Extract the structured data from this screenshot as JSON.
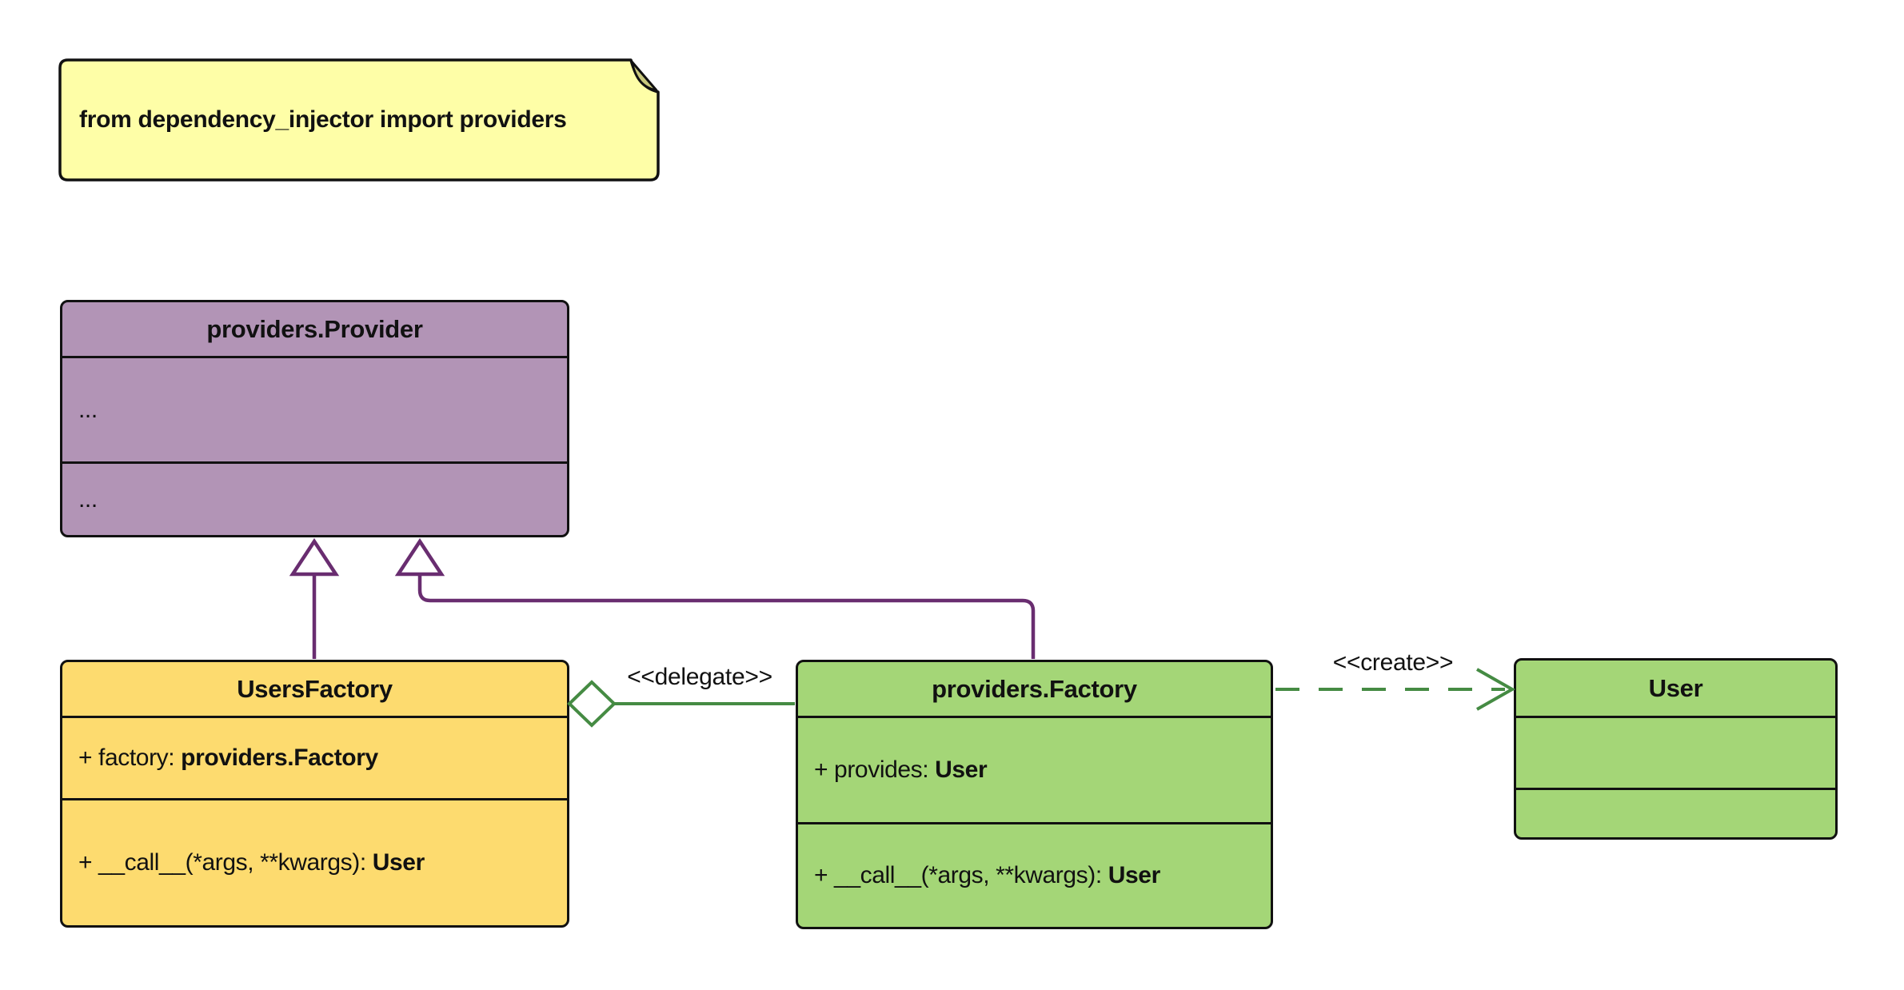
{
  "note": {
    "text": "from dependency_injector import providers"
  },
  "classes": {
    "provider": {
      "title": "providers.Provider",
      "attr_text": "...",
      "attr_bold": "",
      "method_text": "...",
      "method_bold": ""
    },
    "users_factory": {
      "title": "UsersFactory",
      "attr_text": "+ factory: ",
      "attr_bold": "providers.Factory",
      "method_text": "+ __call__(*args, **kwargs): ",
      "method_bold": "User"
    },
    "factory": {
      "title": "providers.Factory",
      "attr_text": "+ provides: ",
      "attr_bold": "User",
      "method_text": "+ __call__(*args, **kwargs): ",
      "method_bold": "User"
    },
    "user": {
      "title": "User",
      "attr_text": "",
      "attr_bold": "",
      "method_text": "",
      "method_bold": ""
    }
  },
  "edges": {
    "delegate_label": "<<delegate>>",
    "create_label": "<<create>>"
  },
  "colors": {
    "background": "#FFFFFF",
    "note_fill": "#FEFEA7",
    "note_fold": "#C9C97E",
    "provider_fill": "#B294B6",
    "users_factory_fill": "#FDDB6F",
    "factory_fill": "#A4D677",
    "user_fill": "#A4D677",
    "box_border": "#111111",
    "inheritance_line": "#692D70",
    "delegate_line": "#458B43",
    "create_line": "#458B43",
    "text": "#111111"
  }
}
